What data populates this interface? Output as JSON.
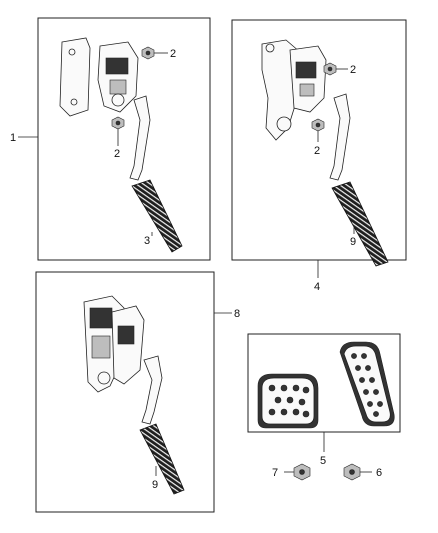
{
  "callouts": {
    "c1": "1",
    "c2a": "2",
    "c2b": "2",
    "c2c": "2",
    "c2d": "2",
    "c3": "3",
    "c4": "4",
    "c5": "5",
    "c6": "6",
    "c7": "7",
    "c8": "8",
    "c9a": "9",
    "c9b": "9"
  }
}
